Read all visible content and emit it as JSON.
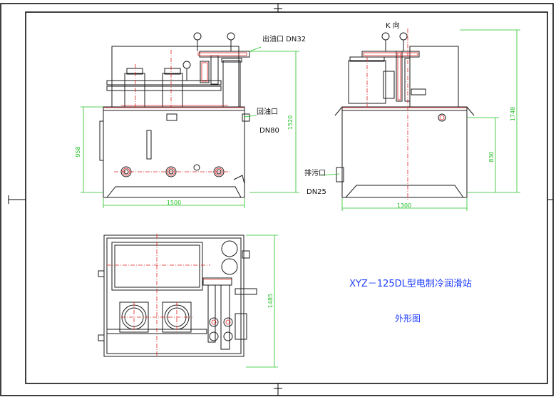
{
  "drawing": {
    "title": "XYZ－125DL型电制冷润滑站",
    "subtitle": "外形图",
    "colors": {
      "outline": "#1a1a1a",
      "centerline": "#e02020",
      "dimension": "#22c022",
      "title": "#1e3cff",
      "frame": "#000000"
    }
  },
  "labels": {
    "oil_outlet": "出油口 DN32",
    "oil_return": "回油口",
    "oil_return_size": "DN80",
    "drain": "排污口",
    "drain_size": "DN25",
    "k_direction": "K  向"
  },
  "dimensions": {
    "front_width": "1500",
    "front_height_total": "1520",
    "front_tank_height": "958",
    "side_width": "1300",
    "side_height_total": "1748",
    "side_tank_height": "830",
    "top_depth": "1485"
  }
}
